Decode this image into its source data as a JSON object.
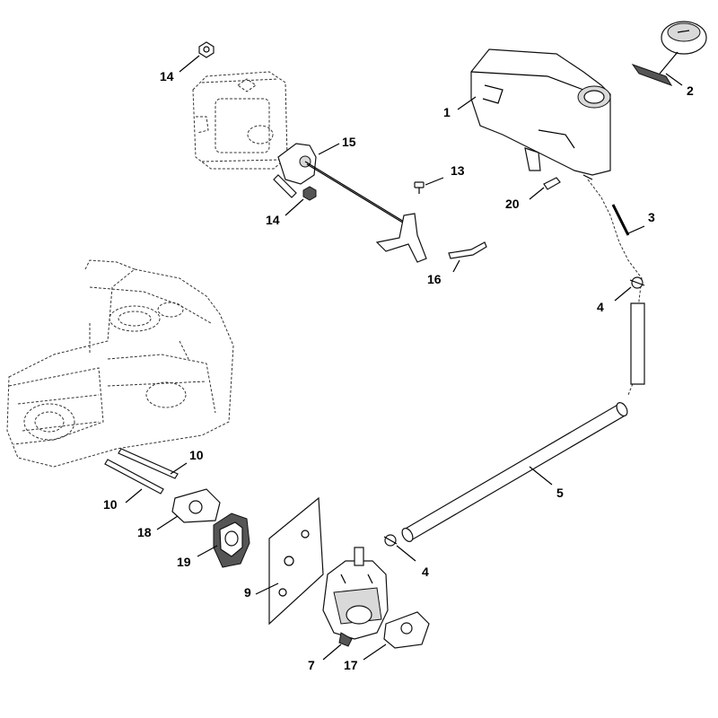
{
  "diagram": {
    "callouts": [
      {
        "id": "c1",
        "text": "1"
      },
      {
        "id": "c2",
        "text": "2"
      },
      {
        "id": "c3",
        "text": "3"
      },
      {
        "id": "c4a",
        "text": "4"
      },
      {
        "id": "c4b",
        "text": "4"
      },
      {
        "id": "c5",
        "text": "5"
      },
      {
        "id": "c7",
        "text": "7"
      },
      {
        "id": "c9",
        "text": "9"
      },
      {
        "id": "c10a",
        "text": "10"
      },
      {
        "id": "c10b",
        "text": "10"
      },
      {
        "id": "c13",
        "text": "13"
      },
      {
        "id": "c14a",
        "text": "14"
      },
      {
        "id": "c14b",
        "text": "14"
      },
      {
        "id": "c15",
        "text": "15"
      },
      {
        "id": "c16",
        "text": "16"
      },
      {
        "id": "c17",
        "text": "17"
      },
      {
        "id": "c18",
        "text": "18"
      },
      {
        "id": "c19",
        "text": "19"
      },
      {
        "id": "c20",
        "text": "20"
      }
    ]
  }
}
